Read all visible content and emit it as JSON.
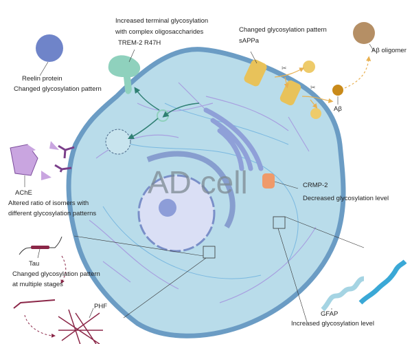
{
  "title": "AD cell",
  "labels": {
    "trem2_desc1": "Increased terminal glycosylation",
    "trem2_desc2": "with complex oligosaccharides",
    "trem2_name": "TREM-2 R47H",
    "sappa_desc": "Changed glycosylation pattern",
    "sappa_name": "sAPPa",
    "abeta_oligomer": "Aβ oligomer",
    "abeta": "Aβ",
    "reelin_name": "Reelin protein",
    "reelin_desc": "Changed glycosylation pattern",
    "ache_name": "AChE",
    "ache_desc1": "Altered ratio of  isomers with",
    "ache_desc2": "different glycosylation patterns",
    "crmp2_name": "CRMP-2",
    "crmp2_desc": "Decreased glycosylation level",
    "tau_name": "Tau",
    "tau_desc1": "Changed glycosylation pattern",
    "tau_desc2": "at multiple stages",
    "phf": "PHF",
    "gfap_name": "GFAP",
    "gfap_desc": "Increased glycosylation level"
  },
  "colors": {
    "cell_fill": "#b9dcea",
    "cell_border": "#6b9cc4",
    "reelin": "#6f84c9",
    "trem2": "#8fd1bd",
    "app": "#e8c25a",
    "abeta": "#c98a1a",
    "crmp2": "#ef9a6a",
    "tau": "#8b2748",
    "ache": "#c9a5e0",
    "gfap": "#3aa8d6"
  }
}
